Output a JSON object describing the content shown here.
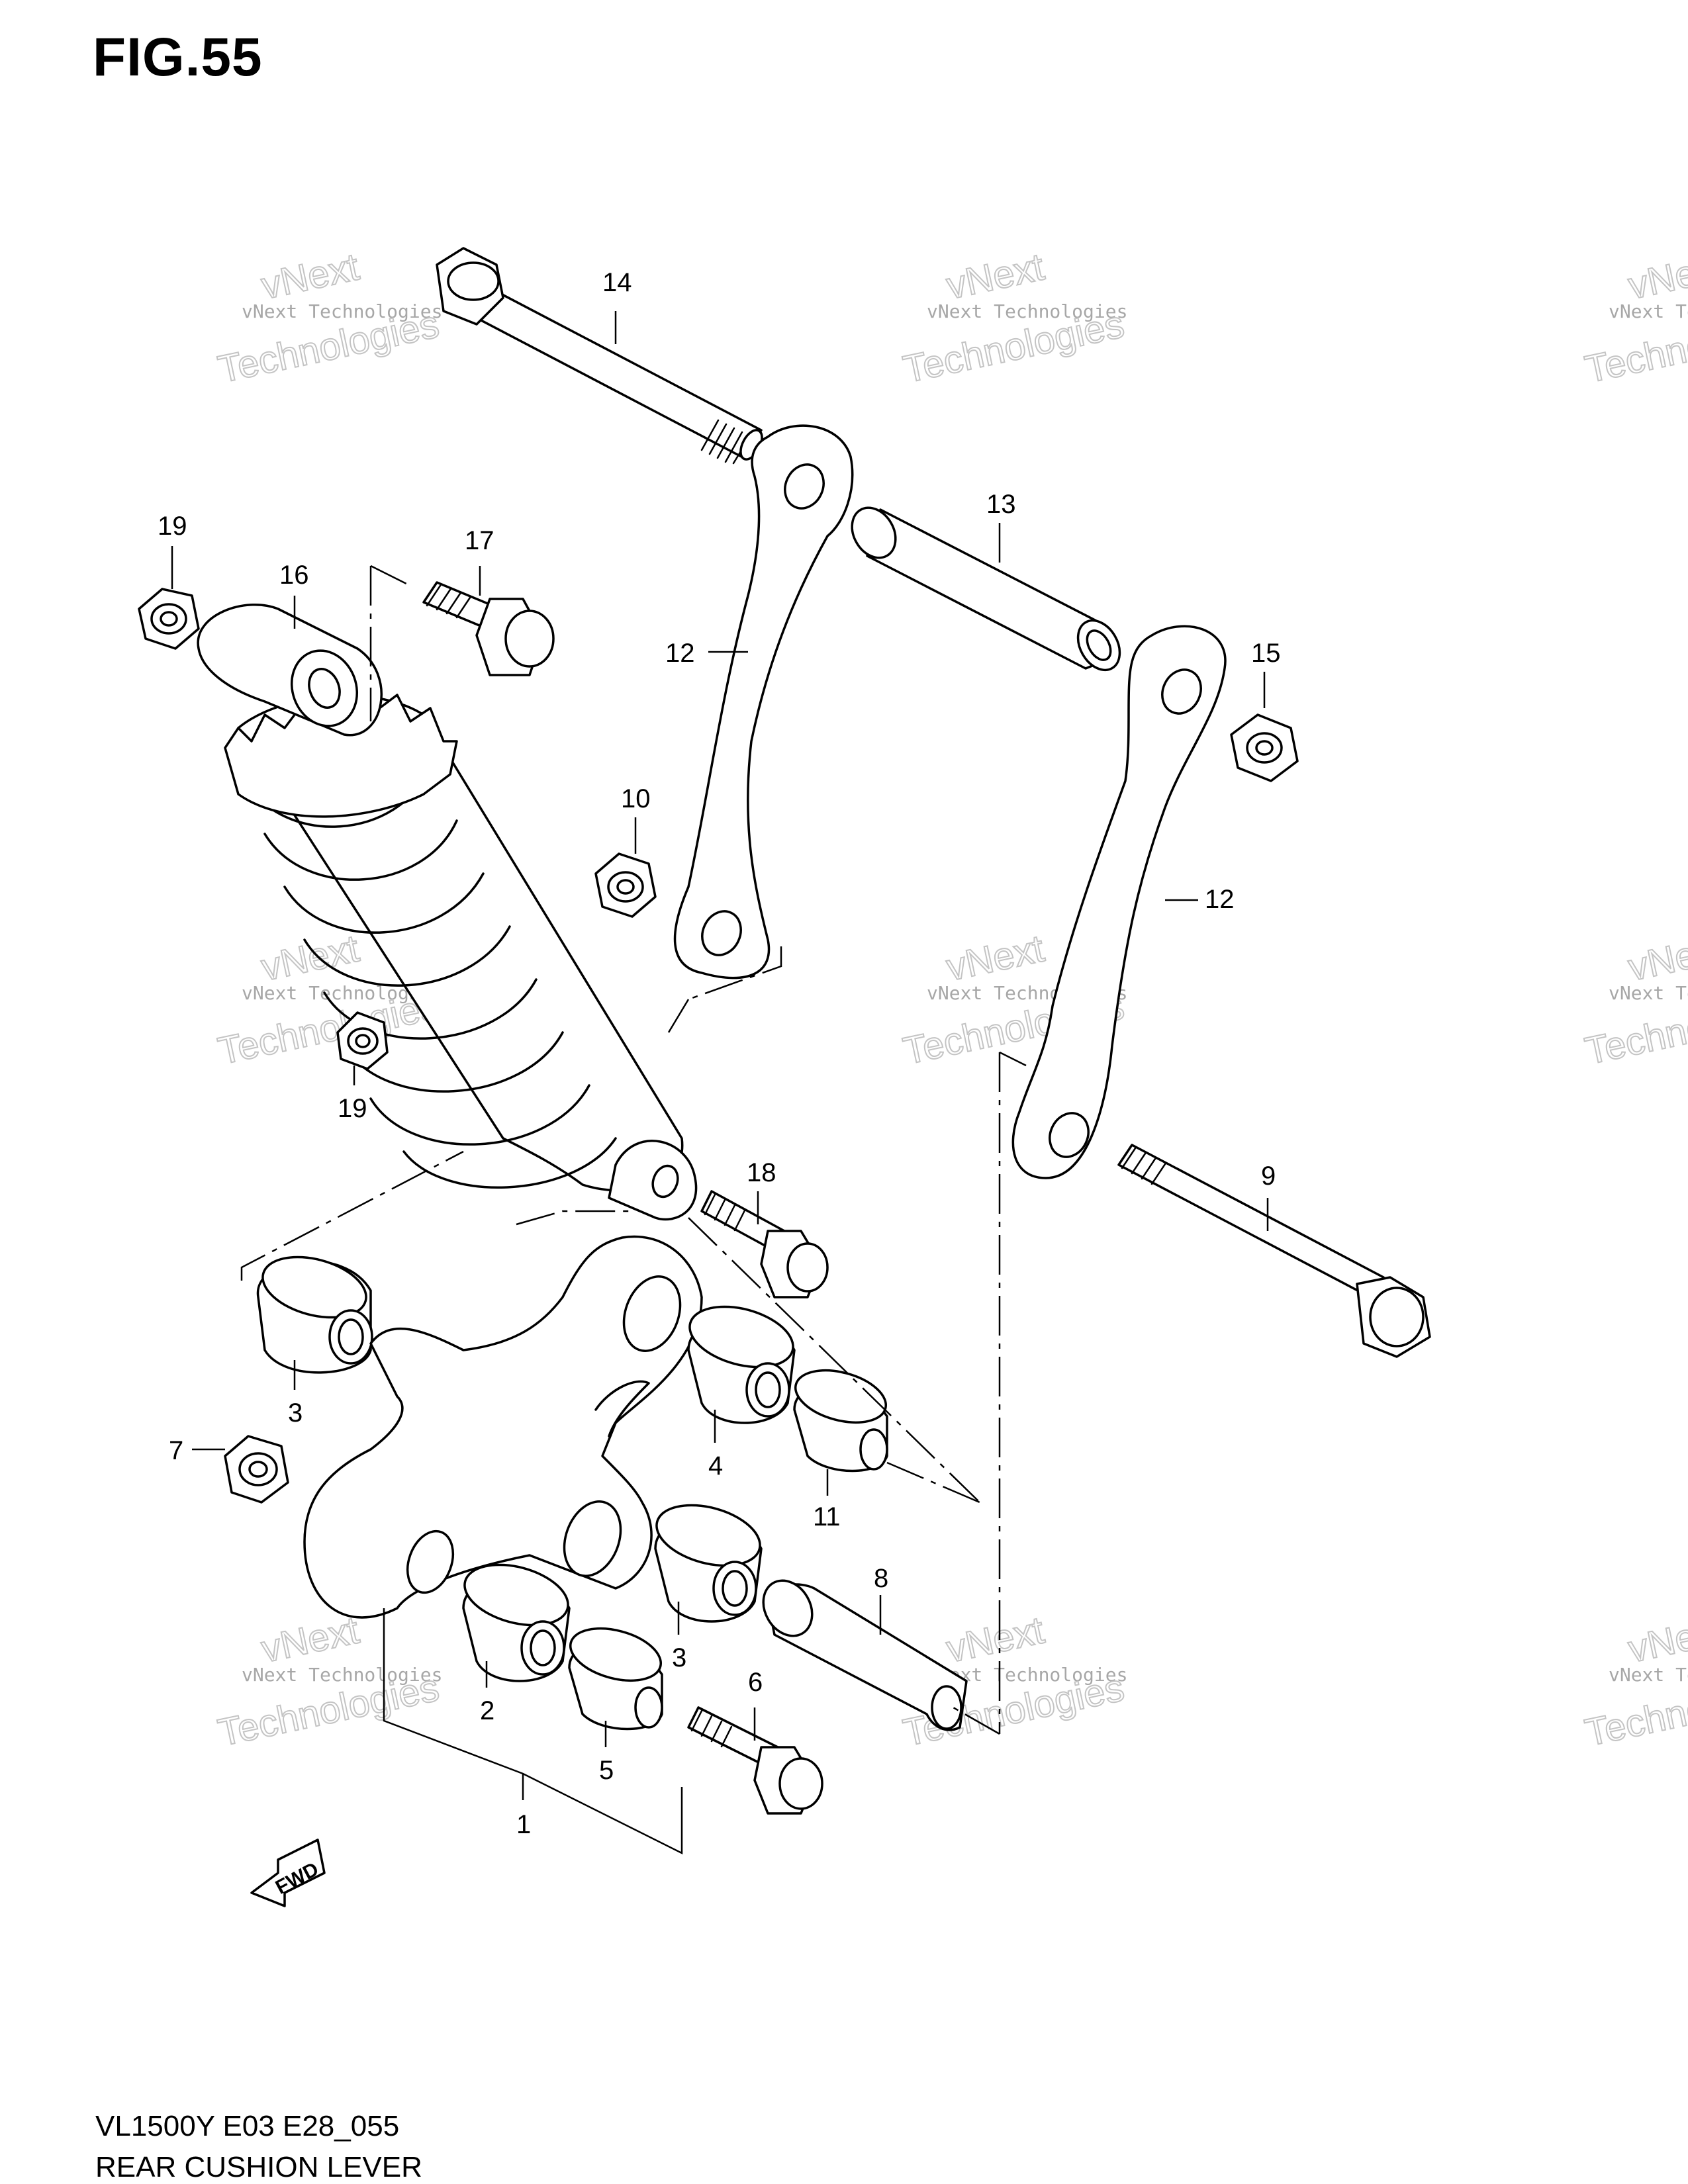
{
  "figure_title": "FIG.55",
  "footer": {
    "model_code": "VL1500Y E03 E28_055",
    "section_name": "REAR CUSHION LEVER"
  },
  "watermark": {
    "line1": "vNext Technologies",
    "big_word1": "vNext",
    "big_word2": "Technologies"
  },
  "fwd_badge": "FWD",
  "callouts": [
    {
      "id": "c14a",
      "label": "14"
    },
    {
      "id": "c13",
      "label": "13"
    },
    {
      "id": "c19a",
      "label": "19"
    },
    {
      "id": "c16",
      "label": "16"
    },
    {
      "id": "c17",
      "label": "17"
    },
    {
      "id": "c12a",
      "label": "12"
    },
    {
      "id": "c15",
      "label": "15"
    },
    {
      "id": "c10",
      "label": "10"
    },
    {
      "id": "c12b",
      "label": "12"
    },
    {
      "id": "c19b",
      "label": "19"
    },
    {
      "id": "c18",
      "label": "18"
    },
    {
      "id": "c9",
      "label": "9"
    },
    {
      "id": "c3a",
      "label": "3"
    },
    {
      "id": "c7",
      "label": "7"
    },
    {
      "id": "c4",
      "label": "4"
    },
    {
      "id": "c11",
      "label": "11"
    },
    {
      "id": "c8",
      "label": "8"
    },
    {
      "id": "c3b",
      "label": "3"
    },
    {
      "id": "c2",
      "label": "2"
    },
    {
      "id": "c6",
      "label": "6"
    },
    {
      "id": "c5",
      "label": "5"
    },
    {
      "id": "c1",
      "label": "1"
    }
  ]
}
